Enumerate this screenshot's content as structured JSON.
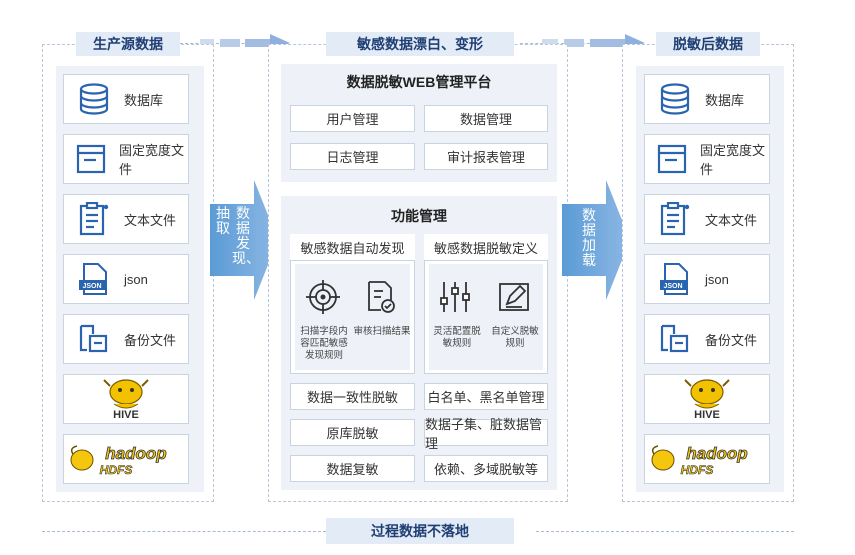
{
  "headers": {
    "left": "生产源数据",
    "middle": "敏感数据漂白、变形",
    "right": "脱敏后数据",
    "bottom": "过程数据不落地"
  },
  "sources": [
    {
      "label": "数据库",
      "icon": "database-icon"
    },
    {
      "label": "固定宽度文件",
      "icon": "fixed-width-file-icon"
    },
    {
      "label": "文本文件",
      "icon": "text-file-icon"
    },
    {
      "label": "json",
      "icon": "json-file-icon",
      "badge": "JSON"
    },
    {
      "label": "备份文件",
      "icon": "backup-file-icon"
    }
  ],
  "logos": {
    "hive": "HIVE",
    "hadoop": "hadoop",
    "hdfs": "HDFS"
  },
  "arrows": {
    "left_lines": [
      "数",
      "据",
      "发",
      "现、"
    ],
    "left_col2": [
      "抽",
      "取"
    ],
    "right_lines": [
      "数",
      "据",
      "加",
      "载"
    ]
  },
  "web_platform": {
    "title": "数据脱敏WEB管理平台",
    "buttons": [
      "用户管理",
      "数据管理",
      "日志管理",
      "审计报表管理"
    ]
  },
  "function_mgmt": {
    "title": "功能管理",
    "auto_discovery": {
      "title": "敏感数据自动发现",
      "features": [
        {
          "icon": "target-scan-icon",
          "label": "扫描字段内容匹配敏感发现规则"
        },
        {
          "icon": "review-scan-icon",
          "label": "审核扫描结果"
        }
      ]
    },
    "masking_definition": {
      "title": "敏感数据脱敏定义",
      "features": [
        {
          "icon": "slider-config-icon",
          "label": "灵活配置脱敏规则"
        },
        {
          "icon": "custom-edit-icon",
          "label": "自定义脱敏规则"
        }
      ]
    },
    "buttons": [
      "数据一致性脱敏",
      "白名单、黑名单管理",
      "原库脱敏",
      "数据子集、脏数据管理",
      "数据复敏",
      "依赖、多域脱敏等"
    ]
  },
  "colors": {
    "accent": "#5b9bd5",
    "header_bg": "#e3ebf7",
    "header_text": "#1f3f74",
    "panel_bg": "#eef2f8",
    "hive_yellow": "#f2c200",
    "hadoop_yellow": "#f4c60d"
  }
}
